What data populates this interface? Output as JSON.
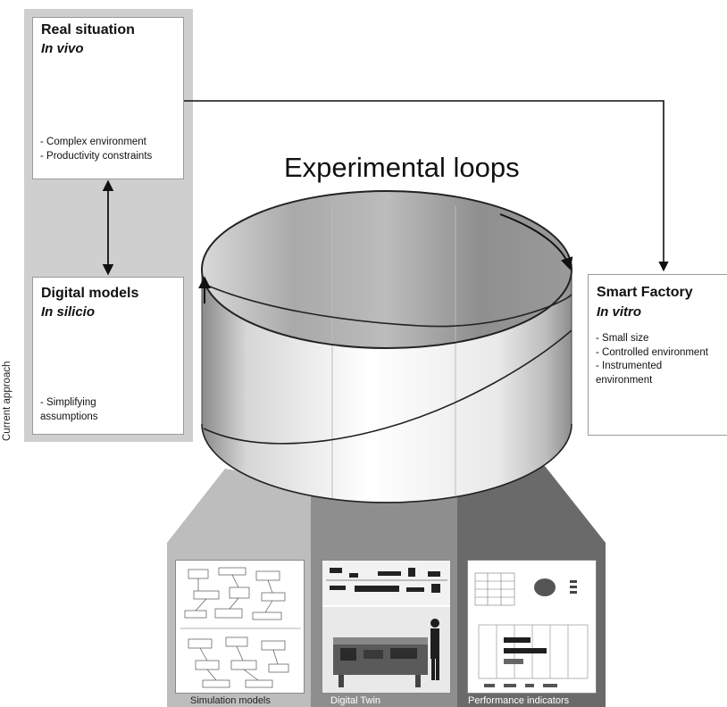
{
  "diagram": {
    "title": "Experimental loops",
    "side_label": "Current approach",
    "real_situation": {
      "title": "Real situation",
      "subtitle": "In vivo",
      "items": [
        "- Complex environment",
        "- Productivity constraints"
      ]
    },
    "digital_models": {
      "title": "Digital models",
      "subtitle": "In silicio",
      "items": [
        "- Simplifying",
        "assumptions"
      ]
    },
    "smart_factory": {
      "title": "Smart Factory",
      "subtitle": "In vitro",
      "items": [
        "- Small size",
        "- Controlled environment",
        "- Instrumented",
        "environment"
      ]
    },
    "panels": [
      {
        "caption": "Simulation models"
      },
      {
        "caption": "Digital Twin"
      },
      {
        "caption": "Performance indicators"
      }
    ],
    "colors": {
      "left_panel_bg": "#cfcfcf",
      "panel_sim_bg": "#bdbdbd",
      "panel_twin_bg": "#8e8e8e",
      "panel_perf_bg": "#6a6a6a",
      "cylinder_shade": "#8a8a8a"
    }
  }
}
